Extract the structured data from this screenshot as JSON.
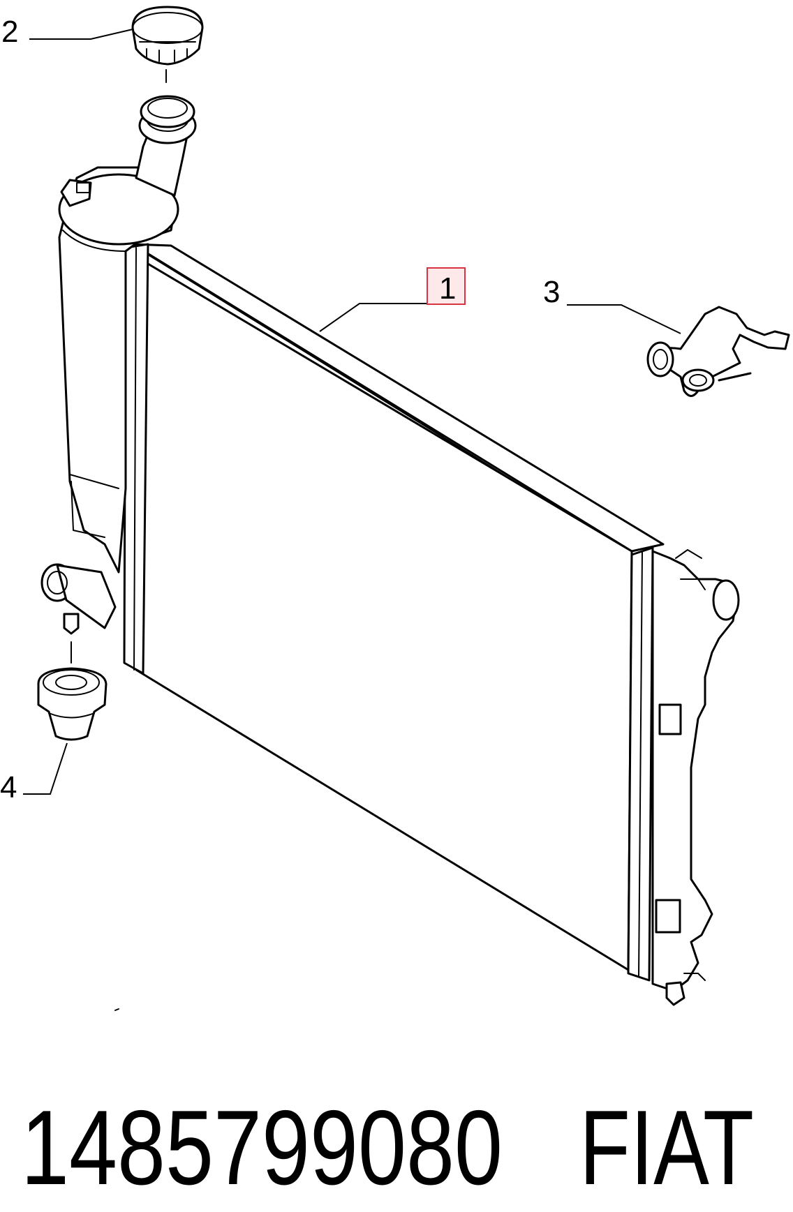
{
  "callouts": [
    {
      "id": "1",
      "label": "1",
      "highlighted": true
    },
    {
      "id": "2",
      "label": "2"
    },
    {
      "id": "3",
      "label": "3"
    },
    {
      "id": "4",
      "label": "4"
    }
  ],
  "footer": {
    "part_number": "1485799080",
    "brand": "FIAT"
  },
  "colors": {
    "line": "#000000",
    "background": "#ffffff",
    "highlight_stroke": "#d9333f",
    "highlight_fill": "#fde9ea"
  }
}
